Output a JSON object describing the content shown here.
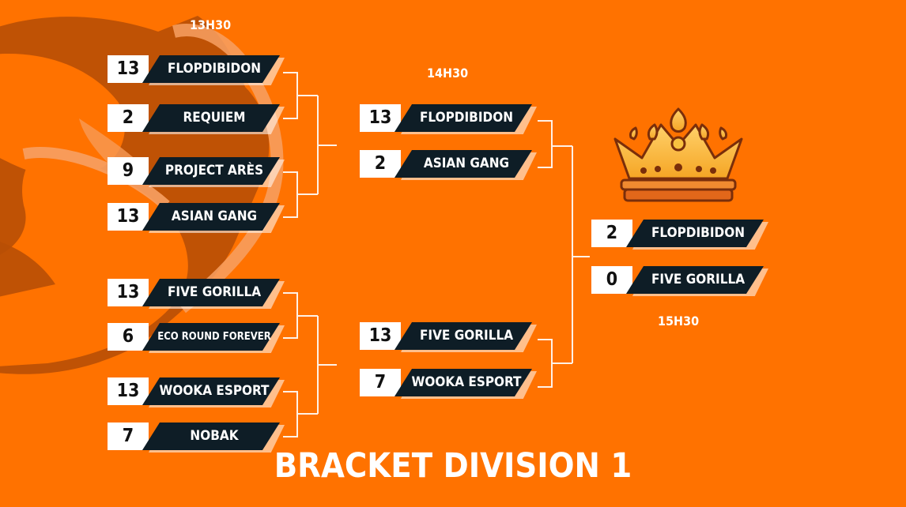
{
  "colors": {
    "background": "#ff7200",
    "name_bar": "#0e1d26",
    "score_box": "#ffffff",
    "text": "#ffffff"
  },
  "times": {
    "round1": "13H30",
    "semifinal": "14H30",
    "final": "15H30"
  },
  "round1": [
    {
      "score": "13",
      "team": "FLOPDIBIDON"
    },
    {
      "score": "2",
      "team": "REQUIEM"
    },
    {
      "score": "9",
      "team": "PROJECT ARÈS"
    },
    {
      "score": "13",
      "team": "ASIAN GANG"
    },
    {
      "score": "13",
      "team": "FIVE GORILLA"
    },
    {
      "score": "6",
      "team": "ECO ROUND FOREVER"
    },
    {
      "score": "13",
      "team": "WOOKA ESPORT"
    },
    {
      "score": "7",
      "team": "NOBAK"
    }
  ],
  "semifinals": [
    {
      "score": "13",
      "team": "FLOPDIBIDON"
    },
    {
      "score": "2",
      "team": "ASIAN GANG"
    },
    {
      "score": "13",
      "team": "FIVE GORILLA"
    },
    {
      "score": "7",
      "team": "WOOKA ESPORT"
    }
  ],
  "final": [
    {
      "score": "2",
      "team": "FLOPDIBIDON"
    },
    {
      "score": "0",
      "team": "FIVE GORILLA"
    }
  ],
  "trophy_icon": "crown-icon",
  "background_icon": "fox-logo-icon",
  "title": "BRACKET DIVISION 1"
}
